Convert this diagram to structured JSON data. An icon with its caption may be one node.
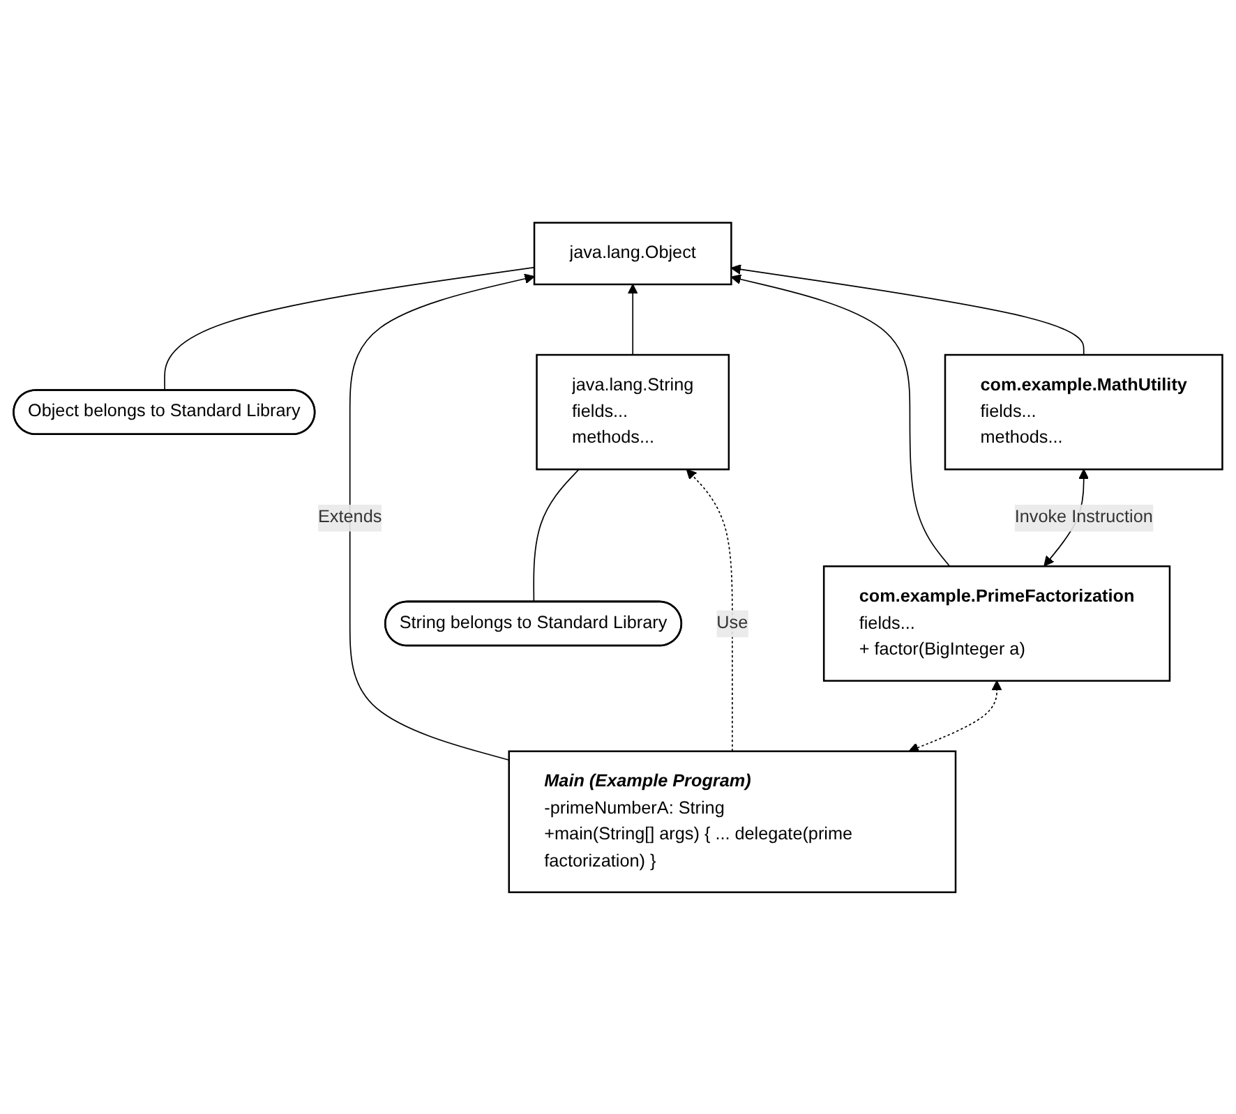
{
  "diagram": {
    "nodes": [
      {
        "text": [
          "Object belongs to Standard Library"
        ]
      },
      {
        "text": [
          "java.lang.Object"
        ]
      },
      {
        "text": [
          "String belongs to Standard Library"
        ]
      },
      {
        "text": [
          "Main (Example Program)",
          "-primeNumberA: String",
          "+main(String[] args) { ... delegate(prime factorization) }"
        ]
      },
      {
        "text": [
          "java.lang.String",
          "fields...",
          "methods..."
        ]
      },
      {
        "text": [
          "com.example.PrimeFactorization",
          "fields...",
          "+ factor(BigInteger a)"
        ]
      },
      {
        "text": [
          "com.example.MathUtility",
          "fields...",
          "methods..."
        ]
      }
    ],
    "edges": [
      {
        "from": 0,
        "to": 1,
        "arrow": "none"
      },
      {
        "from": 2,
        "to": 4,
        "arrow": "none"
      },
      {
        "from": 3,
        "to": 1,
        "arrow": "to",
        "label": "Extends"
      },
      {
        "from": 4,
        "to": 1,
        "arrow": "to"
      },
      {
        "from": 5,
        "to": 1,
        "arrow": "to"
      },
      {
        "from": 6,
        "to": 1,
        "arrow": "to"
      },
      {
        "from": 3,
        "to": 4,
        "arrow": "to",
        "label": "Use",
        "style": "dashed"
      },
      {
        "from": 3,
        "to": 5,
        "arrow": "both",
        "style": "dashed"
      },
      {
        "from": 5,
        "to": 6,
        "arrow": "both",
        "label": "Invoke Instruction"
      }
    ]
  }
}
